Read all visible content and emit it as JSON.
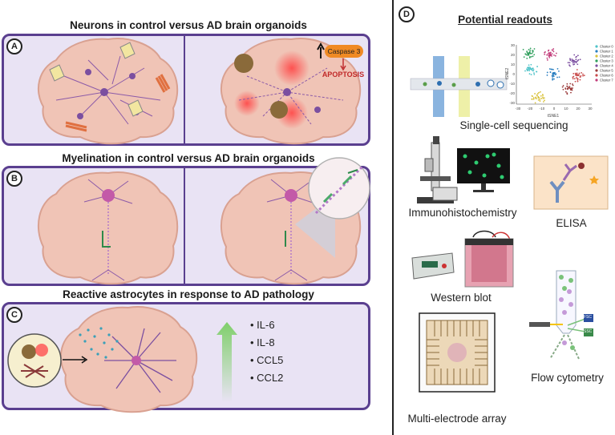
{
  "panelA": {
    "letter": "A",
    "title": "Neurons in control versus AD brain organoids",
    "caspase": "Caspase 3",
    "apoptosis": "APOPTOSIS"
  },
  "panelB": {
    "letter": "B",
    "title": "Myelination in control versus AD brain organoids"
  },
  "panelC": {
    "letter": "C",
    "title": "Reactive astrocytes in response to AD pathology",
    "cytokines": [
      "IL-6",
      "IL-8",
      "CCL5",
      "CCL2"
    ]
  },
  "panelD": {
    "letter": "D",
    "title": "Potential readouts",
    "readouts": {
      "scseq": "Single-cell sequencing",
      "ihc": "Immunohistochemistry",
      "elisa": "ELISA",
      "wb": "Western blot",
      "flow": "Flow cytometry",
      "mea": "Multi-electrode array"
    },
    "tsne": {
      "ylabel": "tSNE2",
      "xlabel": "tSNE1",
      "yticks": [
        "30",
        "20",
        "10",
        "0",
        "-10",
        "-20",
        "-30"
      ],
      "xticks": [
        "-30",
        "-20",
        "-10",
        "0",
        "10",
        "20",
        "30"
      ],
      "legend": [
        "Cluster 0",
        "Cluster 1",
        "Cluster 2",
        "Cluster 3",
        "Cluster 4",
        "Cluster 5",
        "Cluster 6",
        "Cluster 7"
      ],
      "colors": [
        "#4fc3c9",
        "#2a7fc0",
        "#d9c23b",
        "#2e9e5b",
        "#7c4fa0",
        "#9b3b3b",
        "#c84a4a",
        "#c23c7a"
      ]
    },
    "flowLabels": {
      "fsc": "FSC",
      "ssc": "SSC"
    }
  },
  "colors": {
    "panelBorder": "#5a3f8f",
    "panelFill": "#e9e3f4",
    "organoid": "#f0c4b6",
    "neuron": "#7b4fa0",
    "red": "#e23b3b"
  }
}
